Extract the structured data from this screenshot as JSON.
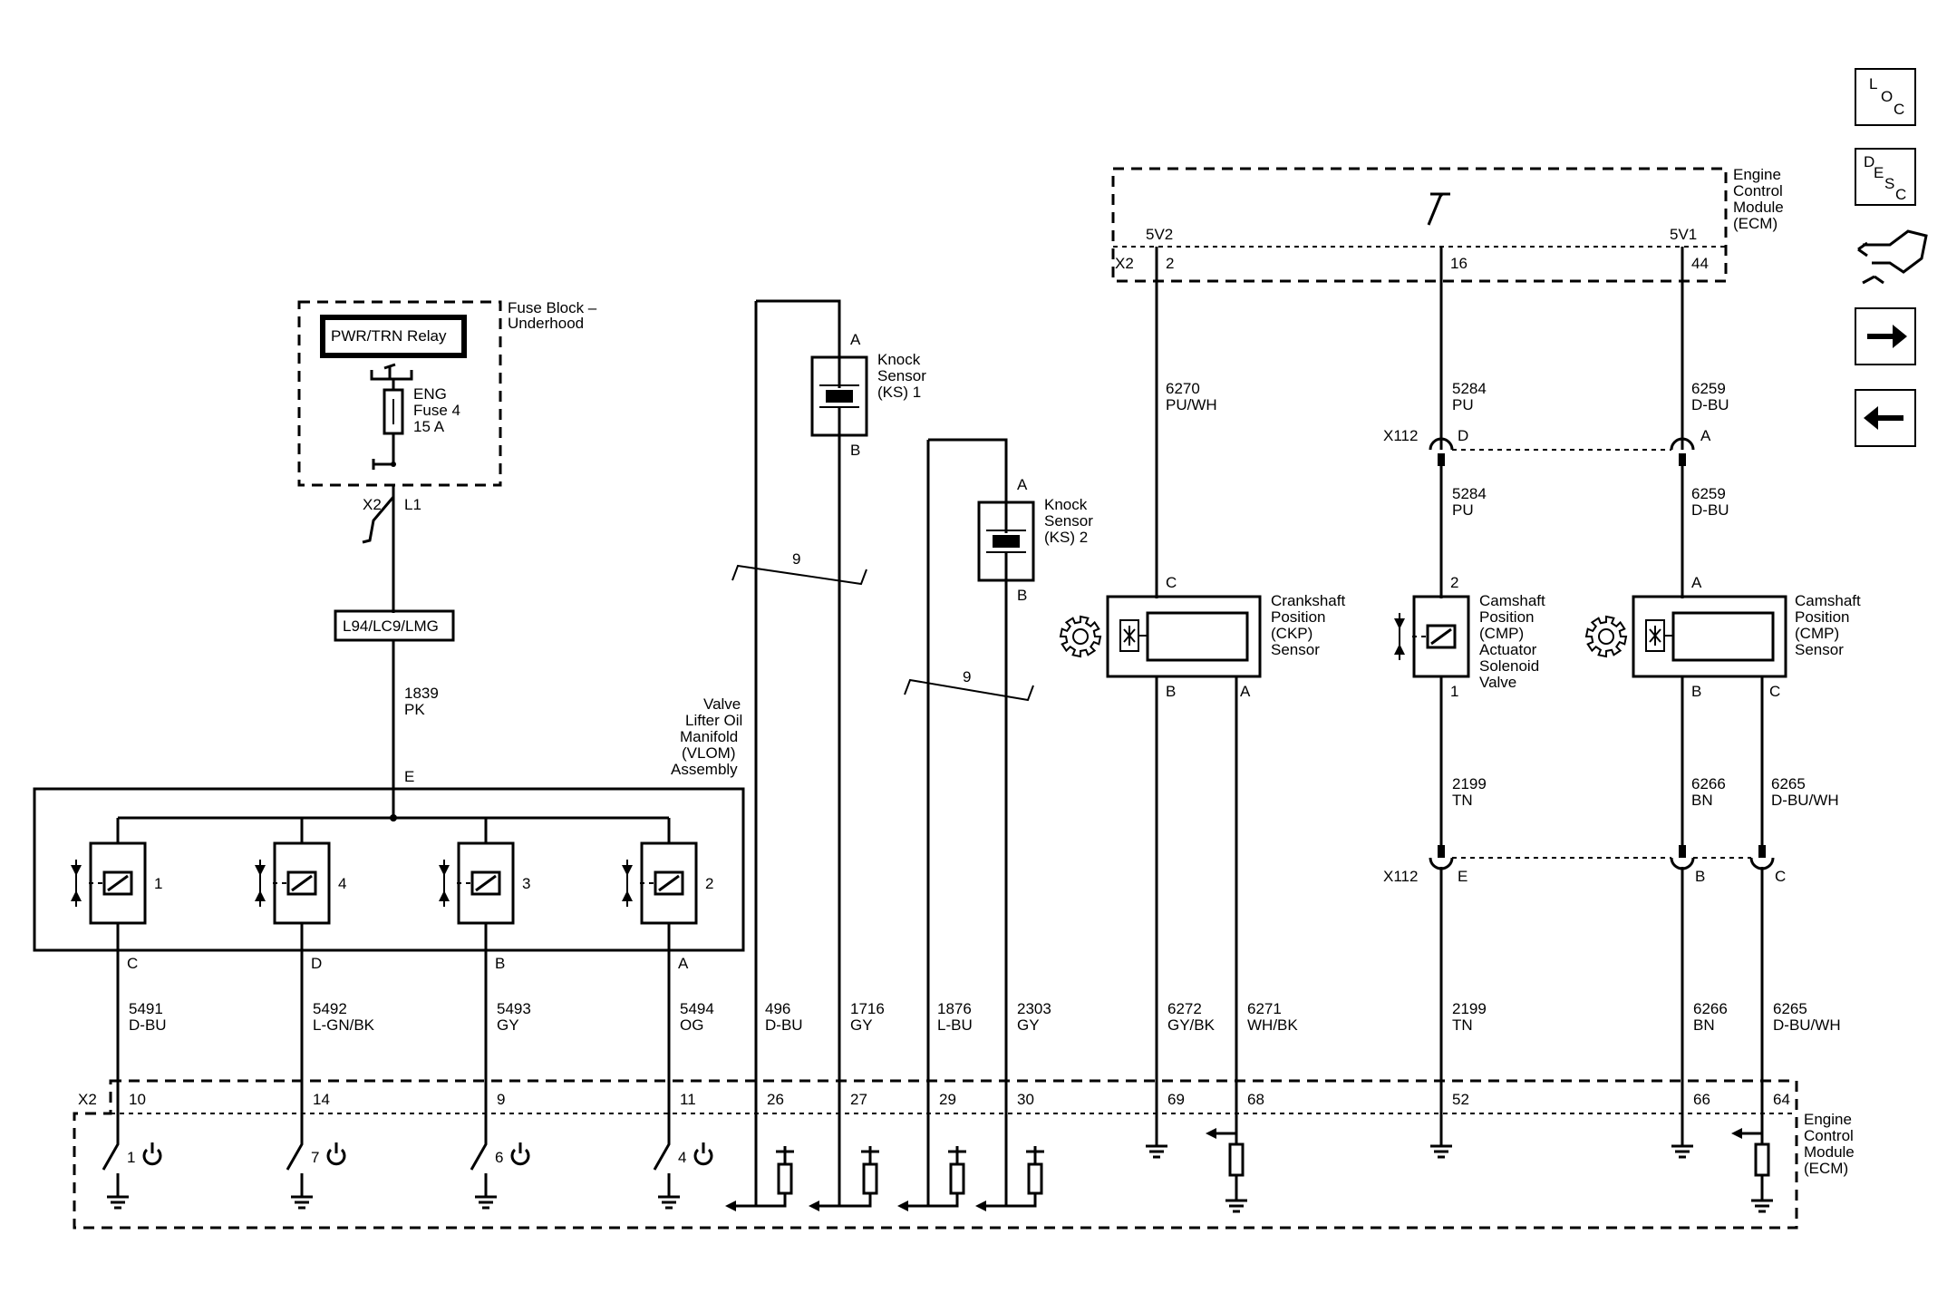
{
  "nav": {
    "loc": [
      "L",
      "O",
      "C"
    ],
    "desc": [
      "D",
      "E",
      "S",
      "C"
    ]
  },
  "components": {
    "ecm_top": [
      "Engine",
      "Control",
      "Module",
      "(ECM)"
    ],
    "ecm_bottom": [
      "Engine",
      "Control",
      "Module",
      "(ECM)"
    ],
    "fuse_block": [
      "Fuse Block –",
      "Underhood"
    ],
    "relay": "PWR/TRN Relay",
    "fuse": [
      "ENG",
      "Fuse 4",
      "15 A"
    ],
    "option": "L94/LC9/LMG",
    "vlom": [
      "Valve",
      "Lifter Oil",
      "Manifold",
      "(VLOM)",
      "Assembly"
    ],
    "ks1": [
      "Knock",
      "Sensor",
      "(KS) 1"
    ],
    "ks2": [
      "Knock",
      "Sensor",
      "(KS) 2"
    ],
    "ckp": [
      "Crankshaft",
      "Position",
      "(CKP)",
      "Sensor"
    ],
    "cmp_valve": [
      "Camshaft",
      "Position",
      "(CMP)",
      "Actuator",
      "Solenoid",
      "Valve"
    ],
    "cmp_sensor": [
      "Camshaft",
      "Position",
      "(CMP)",
      "Sensor"
    ]
  },
  "labels": {
    "x2": "X2",
    "x112": "X112",
    "l1": "L1",
    "v5v2": "5V2",
    "v5v1": "5V1",
    "pin_e": "E",
    "twist": "9"
  },
  "solenoids": [
    "1",
    "4",
    "3",
    "2"
  ],
  "vlom_pins": [
    "C",
    "D",
    "B",
    "A"
  ],
  "ks_pins": [
    "A",
    "B"
  ],
  "ckp_pins": [
    "C",
    "B",
    "A"
  ],
  "cmp_valve_pins": [
    "2",
    "1"
  ],
  "cmp_sensor_pins": [
    "A",
    "B",
    "C"
  ],
  "x112_top": [
    "D",
    "A"
  ],
  "x112_bottom": [
    "E",
    "B",
    "C"
  ],
  "ecm_top_pins": [
    "2",
    "16",
    "44"
  ],
  "driver_numbers": [
    "1",
    "7",
    "6",
    "4"
  ],
  "wires": {
    "w1839": [
      "1839",
      "PK"
    ],
    "w6270": [
      "6270",
      "PU/WH"
    ],
    "w5284a": [
      "5284",
      "PU"
    ],
    "w5284b": [
      "5284",
      "PU"
    ],
    "w6259a": [
      "6259",
      "D-BU"
    ],
    "w6259b": [
      "6259",
      "D-BU"
    ],
    "w2199a": [
      "2199",
      "TN"
    ],
    "w6266a": [
      "6266",
      "BN"
    ],
    "w6265a": [
      "6265",
      "D-BU/WH"
    ],
    "bottom": [
      [
        "5491",
        "D-BU"
      ],
      [
        "5492",
        "L-GN/BK"
      ],
      [
        "5493",
        "GY"
      ],
      [
        "5494",
        "OG"
      ],
      [
        "496",
        "D-BU"
      ],
      [
        "1716",
        "GY"
      ],
      [
        "1876",
        "L-BU"
      ],
      [
        "2303",
        "GY"
      ],
      [
        "6272",
        "GY/BK"
      ],
      [
        "6271",
        "WH/BK"
      ],
      [
        "2199",
        "TN"
      ],
      [
        "6266",
        "BN"
      ],
      [
        "6265",
        "D-BU/WH"
      ]
    ]
  },
  "ecm_bottom_pins": [
    "10",
    "14",
    "9",
    "11",
    "26",
    "27",
    "29",
    "30",
    "69",
    "68",
    "52",
    "66",
    "64"
  ]
}
